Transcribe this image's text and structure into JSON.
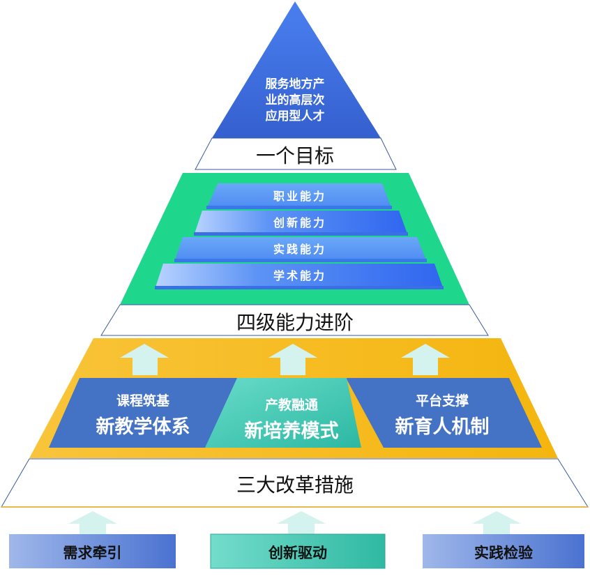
{
  "goal": {
    "top_lines": [
      "服务地方产",
      "业的高层次",
      "应用型人才"
    ],
    "band_label": "一个目标"
  },
  "abilities": {
    "levels": [
      "职业能力",
      "创新能力",
      "实践能力",
      "学术能力"
    ],
    "band_label": "四级能力进阶"
  },
  "reforms": {
    "items": [
      {
        "line1": "课程筑基",
        "line2": "新教学体系"
      },
      {
        "line1": "产教融通",
        "line2": "新培养模式"
      },
      {
        "line1": "平台支撑",
        "line2": "新育人机制"
      }
    ],
    "band_label": "三大改革措施"
  },
  "drivers": [
    "需求牵引",
    "创新驱动",
    "实践检验"
  ],
  "colors": {
    "top_blue": "#3f6fd8",
    "green": "#1ed68c",
    "yellow": "#f6bd23",
    "reform_blue": "#4472c4",
    "teal": "#3fc9b4",
    "arrow": "#d4f2ee"
  }
}
